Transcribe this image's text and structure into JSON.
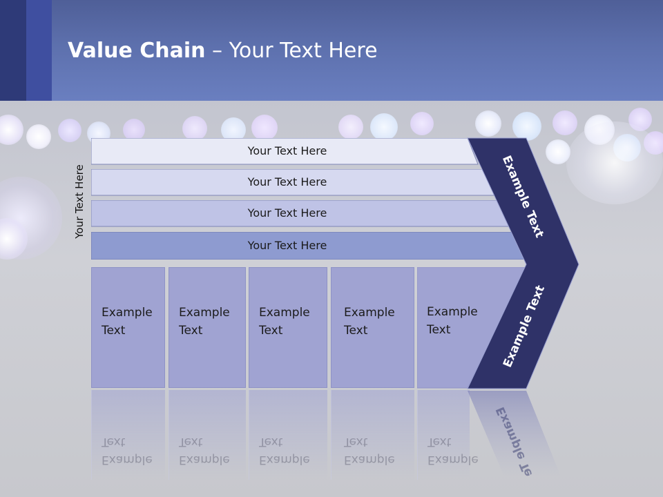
{
  "header": {
    "title_bold": "Value Chain",
    "title_rest": " – Your Text Here"
  },
  "side_label": "Your Text Here",
  "rows": [
    {
      "label": "Your Text Here"
    },
    {
      "label": "Your Text Here"
    },
    {
      "label": "Your Text Here"
    },
    {
      "label": "Your Text Here"
    }
  ],
  "columns": [
    {
      "line1": "Example",
      "line2": "Text"
    },
    {
      "line1": "Example",
      "line2": "Text"
    },
    {
      "line1": "Example",
      "line2": "Text"
    },
    {
      "line1": "Example",
      "line2": "Text"
    },
    {
      "line1": "Example",
      "line2": "Text"
    }
  ],
  "chevron": {
    "top_text": "Example Text",
    "bottom_text": "Example Text",
    "reflection_text": "Example Te"
  },
  "colors": {
    "header": "#5d70ad",
    "row1": "#e8eaf6",
    "row2": "#d6d9f0",
    "row3": "#bfc3e6",
    "row4": "#8e9bd0",
    "column": "#a0a3d2",
    "chevron": "#2f3268"
  }
}
